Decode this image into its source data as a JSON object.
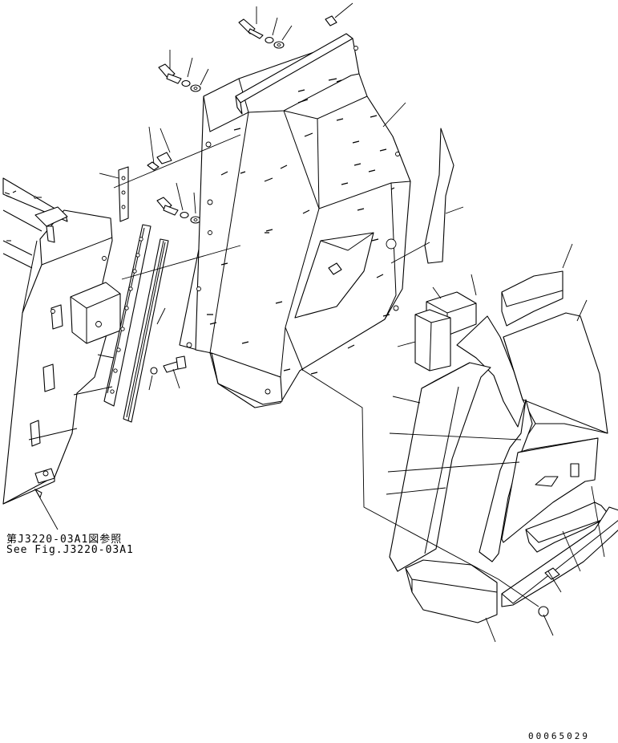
{
  "reference": {
    "japanese": "第J3220-03A1図参照",
    "english": "See Fig.J3220-03A1"
  },
  "drawing_number": "00065029",
  "colors": {
    "line": "#000000",
    "background": "#ffffff"
  }
}
